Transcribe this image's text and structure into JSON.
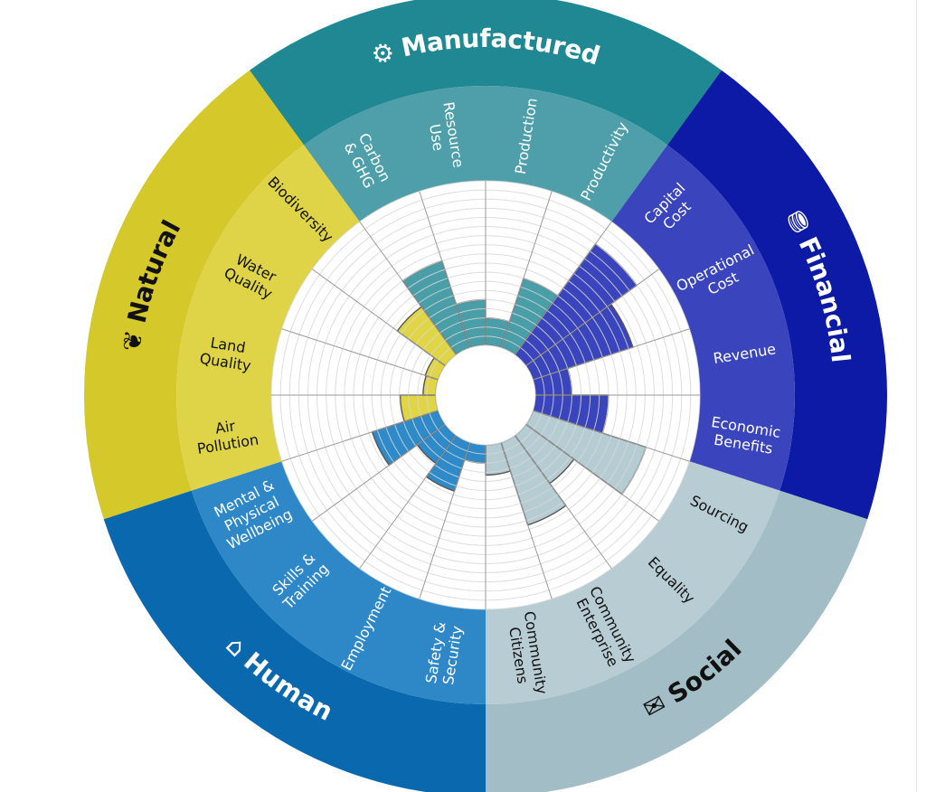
{
  "chart_data": {
    "type": "polar-bar",
    "title": "",
    "scale_max": 18,
    "grid": true,
    "categories": [
      {
        "name": "Manufactured",
        "icon": "gear-icon",
        "icon_glyph": "⚙",
        "outer_color": "#1f8892",
        "band_color": "#4e9fa9",
        "bar_color": "#4a9ea8",
        "text_color": "#ffffff",
        "indicators": [
          {
            "label": [
              "Carbon",
              "& GHG"
            ],
            "value": 10
          },
          {
            "label": [
              "Resource",
              "Use"
            ],
            "value": 5
          },
          {
            "label": [
              "Production"
            ],
            "value": 3
          },
          {
            "label": [
              "Productivity"
            ],
            "value": 8
          }
        ]
      },
      {
        "name": "Financial",
        "icon": "coins-icon",
        "icon_glyph": "⛃",
        "outer_color": "#0c1aa6",
        "band_color": "#3a44bd",
        "bar_color": "#3a44bc",
        "text_color": "#ffffff",
        "indicators": [
          {
            "label": [
              "Capital",
              "Cost"
            ],
            "value": 15
          },
          {
            "label": [
              "Operational",
              "Cost"
            ],
            "value": 11.5
          },
          {
            "label": [
              "Revenue"
            ],
            "value": 4
          },
          {
            "label": [
              "Economic",
              "Benefits"
            ],
            "value": 8
          }
        ]
      },
      {
        "name": "Social",
        "icon": "chat-bubbles-icon",
        "icon_glyph": "✉",
        "outer_color": "#a3bdc6",
        "band_color": "#b7ccd3",
        "bar_color": "#b5ccd3",
        "text_color": "#111111",
        "indicators": [
          {
            "label": [
              "Sourcing"
            ],
            "value": 13
          },
          {
            "label": [
              "Equality"
            ],
            "value": 6.5
          },
          {
            "label": [
              "Community",
              "Enterprise"
            ],
            "value": 9.5
          },
          {
            "label": [
              "Community",
              "Citizens"
            ],
            "value": 3.3
          }
        ]
      },
      {
        "name": "Human",
        "icon": "person-house-icon",
        "icon_glyph": "⌂",
        "outer_color": "#0a69ae",
        "band_color": "#2e88c7",
        "bar_color": "#2e8ac8",
        "text_color": "#ffffff",
        "indicators": [
          {
            "label": [
              "Safety &",
              "Security"
            ],
            "value": 2
          },
          {
            "label": [
              "Employment"
            ],
            "value": 5.6
          },
          {
            "label": [
              "Skills &",
              "Training"
            ],
            "value": 3.8
          },
          {
            "label": [
              "Mental &",
              "Physical",
              "Wellbeing"
            ],
            "value": 7.6
          }
        ]
      },
      {
        "name": "Natural",
        "icon": "leaf-icon",
        "icon_glyph": "❦",
        "outer_color": "#d5c82a",
        "band_color": "#dfd448",
        "bar_color": "#e0d545",
        "text_color": "#111111",
        "indicators": [
          {
            "label": [
              "Air",
              "Pollution"
            ],
            "value": 3.9
          },
          {
            "label": [
              "Land",
              "Quality"
            ],
            "value": 1.4
          },
          {
            "label": [
              "Water",
              "Quality"
            ],
            "value": 1.5
          },
          {
            "label": [
              "Biodiversity"
            ],
            "value": 6.5
          }
        ]
      }
    ]
  }
}
